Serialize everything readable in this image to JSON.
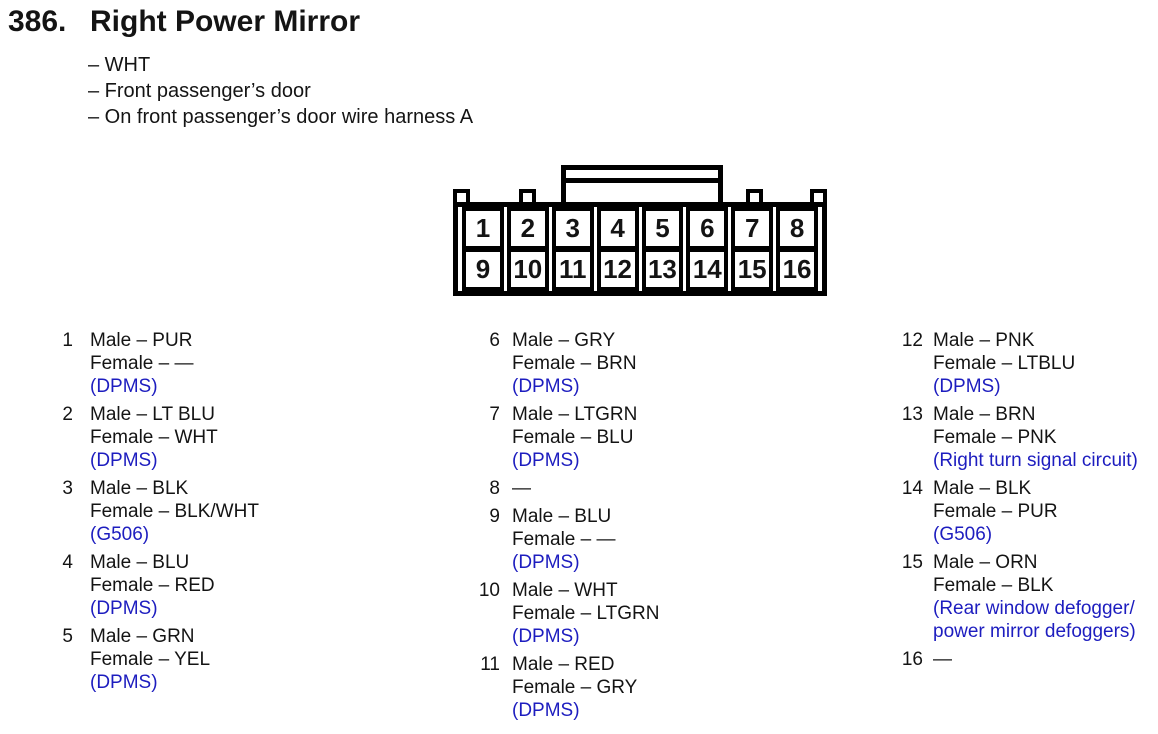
{
  "header": {
    "section_number": "386.",
    "title": "Right Power Mirror",
    "notes": [
      "– WHT",
      "– Front passenger’s door",
      "– On front passenger’s door wire harness A"
    ]
  },
  "connector": {
    "top_row": [
      "1",
      "2",
      "3",
      "4",
      "5",
      "6",
      "7",
      "8"
    ],
    "bottom_row": [
      "9",
      "10",
      "11",
      "12",
      "13",
      "14",
      "15",
      "16"
    ]
  },
  "pins": [
    {
      "num": "1",
      "male": "Male – PUR",
      "female": "Female – —",
      "circuit": "(DPMS)"
    },
    {
      "num": "2",
      "male": "Male – LT BLU",
      "female": "Female – WHT",
      "circuit": "(DPMS)"
    },
    {
      "num": "3",
      "male": "Male – BLK",
      "female": "Female – BLK/WHT",
      "circuit": "(G506)"
    },
    {
      "num": "4",
      "male": "Male – BLU",
      "female": "Female – RED",
      "circuit": "(DPMS)"
    },
    {
      "num": "5",
      "male": "Male – GRN",
      "female": "Female – YEL",
      "circuit": "(DPMS)"
    },
    {
      "num": "6",
      "male": "Male – GRY",
      "female": "Female – BRN",
      "circuit": "(DPMS)"
    },
    {
      "num": "7",
      "male": "Male – LTGRN",
      "female": "Female – BLU",
      "circuit": "(DPMS)"
    },
    {
      "num": "8",
      "dash": "—"
    },
    {
      "num": "9",
      "male": "Male – BLU",
      "female": "Female – —",
      "circuit": "(DPMS)"
    },
    {
      "num": "10",
      "male": "Male – WHT",
      "female": "Female – LTGRN",
      "circuit": "(DPMS)"
    },
    {
      "num": "11",
      "male": "Male – RED",
      "female": "Female – GRY",
      "circuit": "(DPMS)"
    },
    {
      "num": "12",
      "male": "Male – PNK",
      "female": "Female – LTBLU",
      "circuit": "(DPMS)"
    },
    {
      "num": "13",
      "male": "Male – BRN",
      "female": "Female – PNK",
      "circuit": "(Right turn signal circuit)"
    },
    {
      "num": "14",
      "male": "Male – BLK",
      "female": "Female – PUR",
      "circuit": "(G506)"
    },
    {
      "num": "15",
      "male": "Male – ORN",
      "female": "Female – BLK",
      "circuit": "(Rear window defogger/",
      "circuit2": "power mirror defoggers)"
    },
    {
      "num": "16",
      "dash": "—"
    }
  ],
  "colors": {
    "circuit_blue": "#1d1dbf",
    "text_black": "#141414"
  }
}
